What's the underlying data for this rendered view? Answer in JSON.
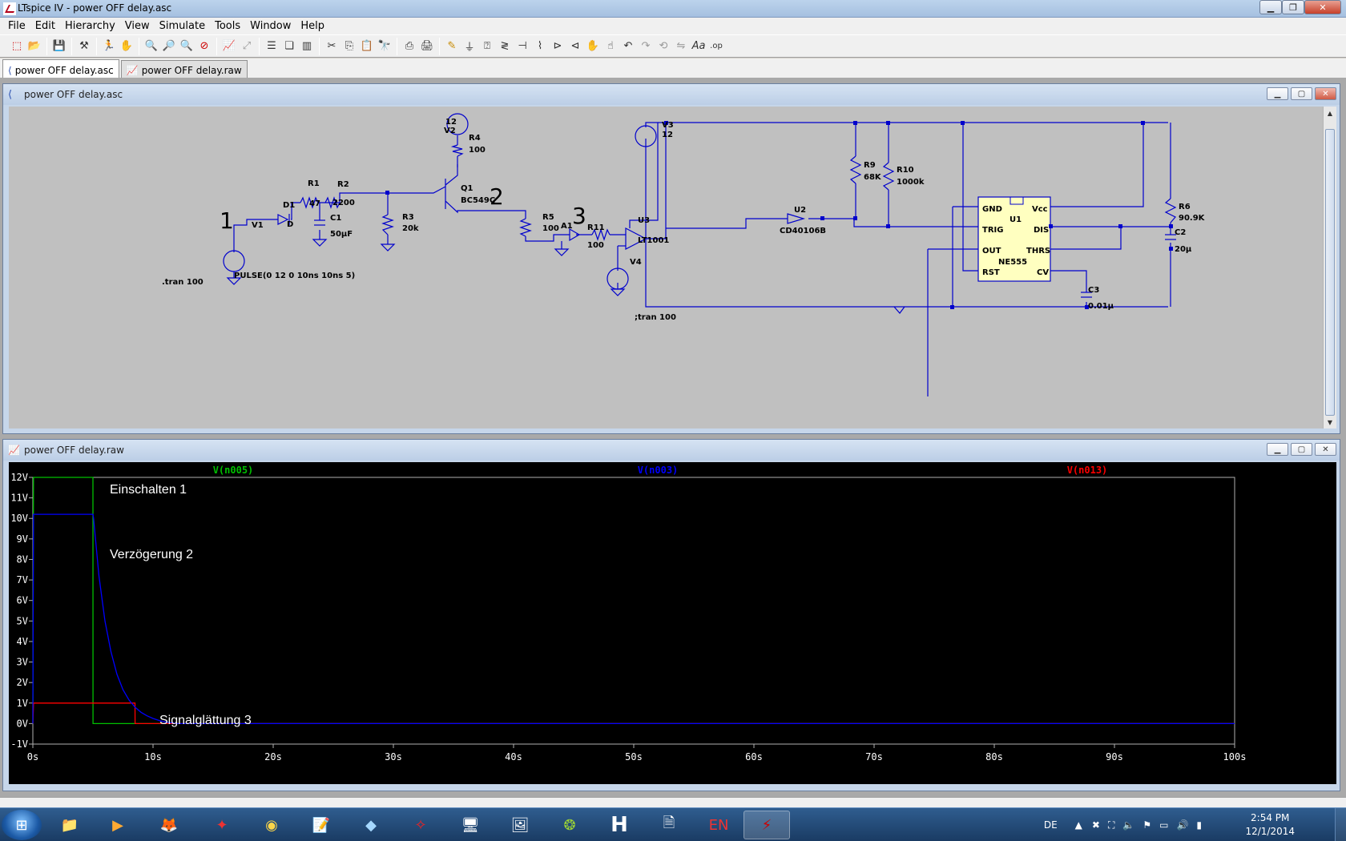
{
  "window": {
    "title": "LTspice IV - power OFF delay.asc"
  },
  "menu": [
    "File",
    "Edit",
    "Hierarchy",
    "View",
    "Simulate",
    "Tools",
    "Window",
    "Help"
  ],
  "tabs": [
    {
      "label": "power OFF delay.asc"
    },
    {
      "label": "power OFF delay.raw"
    }
  ],
  "schematic": {
    "title": "power OFF delay.asc",
    "labels": {
      "v2": "V2",
      "v2val": "12",
      "r4": "R4",
      "r4val": "100",
      "q1": "Q1",
      "q1val": "BC549C",
      "r1": "R1",
      "r1val": "47",
      "r2": "R2",
      "r2val": "2200",
      "d1": "D1",
      "d1val": "D",
      "c1": "C1",
      "c1val": "50µF",
      "r3": "R3",
      "r3val": "20k",
      "v1": "V1",
      "r5": "R5",
      "r5val": "100",
      "a1": "A1",
      "r11": "R11",
      "r11val": "100",
      "u3": "U3",
      "u3val": "LT1001",
      "v3": "V3",
      "v3val": "12",
      "v4": "V4",
      "u2": "U2",
      "u2val": "CD40106B",
      "r9": "R9",
      "r9val": "68K",
      "r10": "R10",
      "r10val": "1000k",
      "u1": "U1",
      "u1val": "NE555",
      "gnd": "GND",
      "vcc": "Vcc",
      "trig": "TRIG",
      "dis": "DIS",
      "out": "OUT",
      "thrs": "THRS",
      "rst": "RST",
      "cv": "CV",
      "r6": "R6",
      "r6val": "90.9K",
      "c2": "C2",
      "c2val": "20µ",
      "c3": "C3",
      "c3val": "0.01µ",
      "tran1": ".tran 100",
      "pulse": "PULSE(0 12 0 10ns 10ns 5)",
      "tran2": ";tran 100",
      "n1": "1",
      "n2": "2",
      "n3": "3"
    }
  },
  "waveform": {
    "title": "power OFF delay.raw",
    "annotations": [
      {
        "text": "Einschalten",
        "num": "1"
      },
      {
        "text": "Verzögerung",
        "num": "2"
      },
      {
        "text": "Signalglättung",
        "num": "3"
      }
    ]
  },
  "chart_data": {
    "type": "line",
    "xlabel": "",
    "ylabel": "",
    "xlim": [
      0,
      100
    ],
    "ylim": [
      -1,
      12
    ],
    "x_ticks": [
      "0s",
      "10s",
      "20s",
      "30s",
      "40s",
      "50s",
      "60s",
      "70s",
      "80s",
      "90s",
      "100s"
    ],
    "y_ticks": [
      "12V",
      "11V",
      "10V",
      "9V",
      "8V",
      "7V",
      "6V",
      "5V",
      "4V",
      "3V",
      "2V",
      "1V",
      "0V",
      "-1V"
    ],
    "series": [
      {
        "name": "V(n005)",
        "color": "#00c000",
        "x": [
          0,
          0.05,
          5,
          5.01,
          8.5,
          8.51,
          100
        ],
        "y": [
          0,
          12,
          12,
          0,
          0,
          0,
          0
        ]
      },
      {
        "name": "V(n003)",
        "color": "#0000ff",
        "x": [
          0,
          0.05,
          5,
          5.05,
          5.5,
          6,
          6.5,
          7,
          7.5,
          8,
          8.5,
          9,
          9.5,
          10,
          10.5,
          11,
          12,
          100
        ],
        "y": [
          0,
          10.2,
          10.2,
          10,
          7.2,
          5.0,
          3.5,
          2.4,
          1.65,
          1.15,
          0.8,
          0.55,
          0.38,
          0.25,
          0.15,
          0.08,
          0,
          0
        ]
      },
      {
        "name": "V(n013)",
        "color": "#ff0000",
        "x": [
          0,
          0.05,
          8.5,
          8.51,
          100
        ],
        "y": [
          0,
          1,
          1,
          0,
          0
        ]
      }
    ]
  },
  "taskbar": {
    "lang": "DE",
    "time": "2:54 PM",
    "date": "12/1/2014"
  }
}
